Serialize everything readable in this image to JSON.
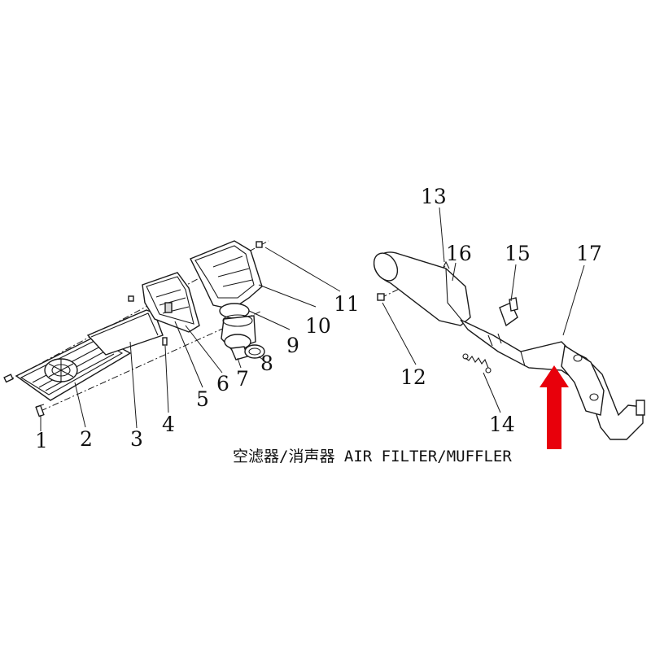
{
  "caption": "空滤器/消声器 AIR FILTER/MUFFLER",
  "callouts": {
    "c1": "1",
    "c2": "2",
    "c3": "3",
    "c4": "4",
    "c5": "5",
    "c6": "6",
    "c7": "7",
    "c8": "8",
    "c9": "9",
    "c10": "10",
    "c11": "11",
    "c12": "12",
    "c13": "13",
    "c14": "14",
    "c15": "15",
    "c16": "16",
    "c17": "17"
  },
  "colors": {
    "line": "#1a1a1a",
    "highlight_arrow": "#e8000b",
    "background": "#ffffff"
  }
}
